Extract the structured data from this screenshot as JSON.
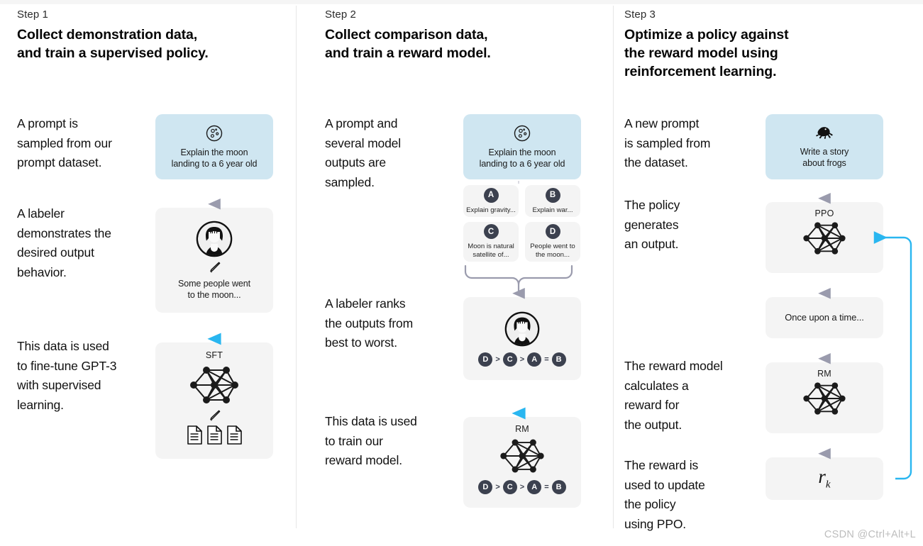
{
  "page": {
    "watermark": "CSDN @Ctrl+Alt+L",
    "accent_blue": "#29b6f0",
    "prompt_box_blue": "#cfe6f1",
    "card_gray": "#f4f4f4",
    "badge_dark": "#3c414f",
    "arrow_gray": "#9a9bad"
  },
  "columns": [
    {
      "step_label": "Step 1",
      "title_line1": "Collect demonstration data,",
      "title_line2": "and train a supervised policy.",
      "paragraphs": [
        "A prompt is\nsampled from our\nprompt dataset.",
        "A labeler\ndemonstrates the\ndesired output\nbehavior.",
        "This data is used\nto fine-tune GPT-3\nwith supervised\nlearning."
      ],
      "prompt_box": {
        "icon": "moon-icon",
        "line1": "Explain the moon",
        "line2": "landing to a 6 year old"
      },
      "labeler_box": {
        "icon": "labeler-avatar-icon",
        "pencil": "pencil-icon",
        "line1": "Some people went",
        "line2": "to the moon..."
      },
      "sft_box": {
        "title": "SFT",
        "network": "neural-network-icon",
        "pencil": "pencil-icon",
        "documents": "document-icon"
      }
    },
    {
      "step_label": "Step 2",
      "title_line1": "Collect comparison data,",
      "title_line2": "and train a reward model.",
      "paragraphs": [
        "A prompt and\nseveral model\noutputs are\nsampled.",
        "A labeler ranks\nthe outputs from\nbest to worst.",
        "This data is used\nto train our\nreward model."
      ],
      "prompt_box": {
        "icon": "moon-icon",
        "line1": "Explain the moon",
        "line2": "landing to a 6 year old"
      },
      "options": [
        {
          "badge": "A",
          "text": "Explain gravity..."
        },
        {
          "badge": "B",
          "text": "Explain war..."
        },
        {
          "badge": "C",
          "text": "Moon is natural\nsatellite of..."
        },
        {
          "badge": "D",
          "text": "People went to\nthe moon..."
        }
      ],
      "ranking_box": {
        "icon": "labeler-avatar-icon",
        "ranking": [
          "D",
          ">",
          "C",
          ">",
          "A",
          "=",
          "B"
        ]
      },
      "rm_box": {
        "title": "RM",
        "network": "neural-network-icon",
        "ranking": [
          "D",
          ">",
          "C",
          ">",
          "A",
          "=",
          "B"
        ]
      }
    },
    {
      "step_label": "Step 3",
      "title_line1": "Optimize a policy against",
      "title_line2": "the reward model using",
      "title_line3": "reinforcement learning.",
      "paragraphs": [
        "A new prompt\nis sampled from\nthe dataset.",
        "The policy\ngenerates\nan output.",
        "The reward model\ncalculates a\nreward for\nthe output.",
        "The reward is\nused to update\nthe policy\nusing PPO."
      ],
      "prompt_box": {
        "icon": "frog-icon",
        "line1": "Write a story",
        "line2": "about frogs"
      },
      "ppo_box": {
        "title": "PPO",
        "network": "neural-network-icon"
      },
      "output_box": {
        "text": "Once upon a time..."
      },
      "rm_box": {
        "title": "RM",
        "network": "neural-network-icon"
      },
      "reward_box": {
        "symbol": "r",
        "subscript": "k"
      }
    }
  ]
}
